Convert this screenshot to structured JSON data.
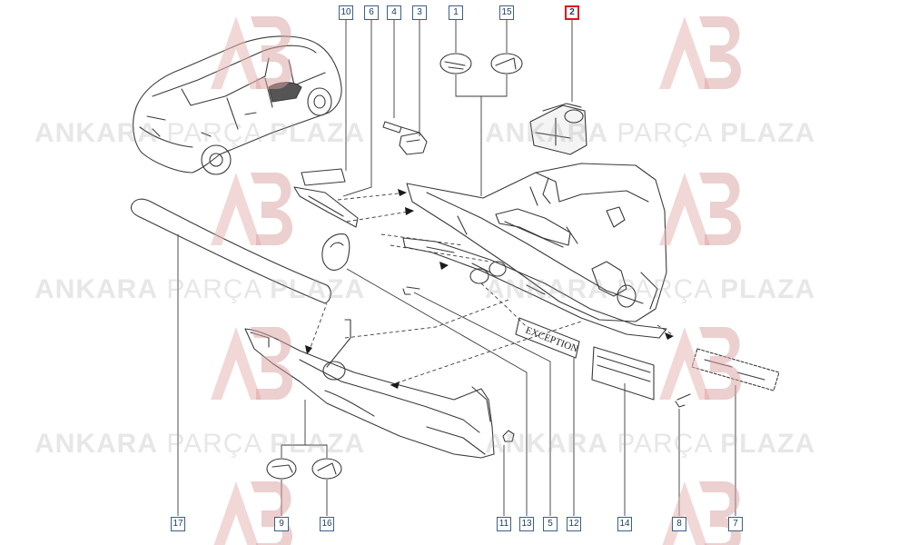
{
  "callouts_top": [
    "10",
    "6",
    "4",
    "3",
    "1",
    "15",
    "2"
  ],
  "callouts_bottom": [
    "17",
    "9",
    "16",
    "11",
    "13",
    "5",
    "12",
    "14",
    "8",
    "7"
  ],
  "highlighted_callout": "2",
  "label_text": "EXCEPTION",
  "watermark": {
    "brand_bold_1": "ANKARA",
    "brand_light": "PARÇA",
    "brand_bold_2": "PLAZA"
  },
  "colors": {
    "line": "#3a3a3a",
    "callout_border": "#3a5f8a",
    "highlight": "#e0151b",
    "logo": "#e8b7b7"
  }
}
